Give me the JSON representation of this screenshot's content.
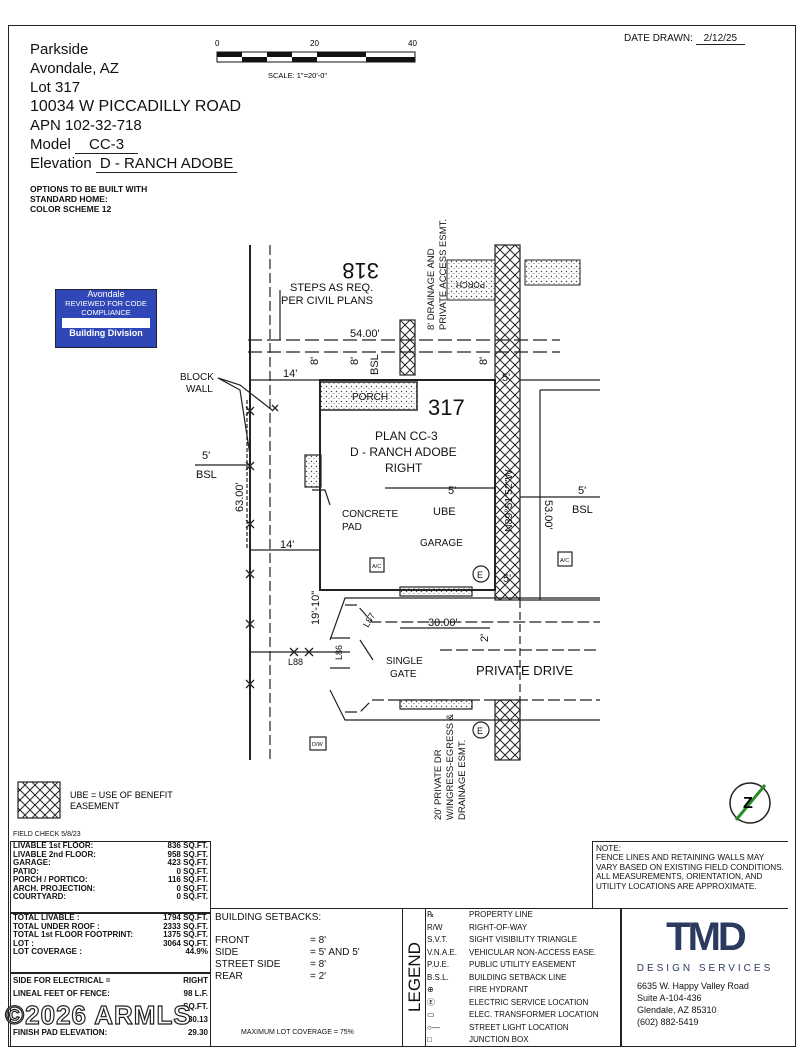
{
  "header": {
    "subdivision": "Parkside",
    "city": "Avondale, AZ",
    "lot_label": "Lot",
    "lot": "317",
    "address": "10034 W PICCADILLY ROAD",
    "apn_label": "APN",
    "apn": "102-32-718",
    "model_label": "Model",
    "model": "CC-3",
    "elevation_label": "Elevation",
    "elevation": "D - RANCH ADOBE",
    "options_line1": "OPTIONS TO BE BUILT WITH",
    "options_line2": "STANDARD HOME:",
    "options_line3": "COLOR SCHEME 12",
    "date_label": "DATE DRAWN:",
    "date": "2/12/25"
  },
  "scale": {
    "t0": "0",
    "t20": "20",
    "t40": "40",
    "label": "SCALE: 1\"=20'-0\""
  },
  "stamp": {
    "line1": "Avondale",
    "line2": "REVIEWED FOR CODE",
    "line3": "COMPLIANCE",
    "line4": "Building Division"
  },
  "plan": {
    "lot_number": "317",
    "adjacent_lot": "318",
    "plan_line1": "PLAN CC-3",
    "plan_line2": "D - RANCH ADOBE",
    "plan_line3": "RIGHT",
    "steps_line1": "STEPS AS REQ.",
    "steps_line2": "PER CIVIL PLANS",
    "drainage_line1": "8' DRAINAGE AND",
    "drainage_line2": "PRIVATE ACCESS ESMT.",
    "block_wall1": "BLOCK",
    "block_wall2": "WALL",
    "porch": "PORCH",
    "porch_adjacent": "PORCH",
    "dim_54": "54.00'",
    "dim_14a": "14'",
    "dim_8a": "8'",
    "dim_8b": "8'",
    "dim_8c": "8'",
    "bsl": "BSL",
    "dim_5a": "5'",
    "dim_63": "63.00'",
    "dim_53": "53.00'",
    "bearing": "N89°51'52\"W",
    "dim_5b": "5'",
    "dim_5c": "5'",
    "dim_5d": "5'",
    "ube": "UBE",
    "garage": "GARAGE",
    "concrete1": "CONCRETE",
    "concrete2": "PAD",
    "dim_14b": "14'",
    "dim_1910": "19'-10\"",
    "dim_30": "30.00'",
    "dim_2": "2'",
    "l87": "L87",
    "l86": "L86",
    "l88": "L88",
    "gate1": "SINGLE",
    "gate2": "GATE",
    "private_drive": "PRIVATE DRIVE",
    "easement1": "20' PRIVATE DR",
    "easement2": "W/INGRESS-EGRESS &",
    "easement3": "DRAINAGE ESMT.",
    "ac": "A/C",
    "dw": "D/W",
    "e": "E",
    "z_letter": "Z"
  },
  "ube_legend": {
    "line1": "UBE = USE OF BENEFIT",
    "line2": "EASEMENT"
  },
  "field_check": "FIELD CHECK 5/8/23",
  "areas": [
    {
      "label": "LIVABLE 1st FLOOR:",
      "value": "836 SQ.FT."
    },
    {
      "label": "LIVABLE 2nd FLOOR:",
      "value": "958 SQ.FT."
    },
    {
      "label": "GARAGE:",
      "value": "423 SQ.FT."
    },
    {
      "label": "PATIO:",
      "value": "0 SQ.FT."
    },
    {
      "label": "PORCH / PORTICO:",
      "value": "116 SQ.FT."
    },
    {
      "label": "ARCH. PROJECTION:",
      "value": "0 SQ.FT."
    },
    {
      "label": "COURTYARD:",
      "value": "0 SQ.FT."
    }
  ],
  "totals": [
    {
      "label": "TOTAL LIVABLE :",
      "value": "1794 SQ.FT."
    },
    {
      "label": "TOTAL UNDER ROOF :",
      "value": "2333 SQ.FT."
    },
    {
      "label": "TOTAL 1st FLOOR FOOTPRINT:",
      "value": "1375 SQ.FT."
    },
    {
      "label": "LOT :",
      "value": "3064 SQ.FT."
    },
    {
      "label": "LOT COVERAGE :",
      "value": "44.9%"
    }
  ],
  "extras": [
    {
      "label": "SIDE FOR ELECTRICAL =",
      "value": "RIGHT"
    },
    {
      "label": "LINEAL FEET OF FENCE:",
      "value": "98 L.F."
    },
    {
      "label": "",
      "value": "SQ.FT."
    },
    {
      "label": "",
      "value": "30.13"
    },
    {
      "label": "FINISH PAD ELEVATION:",
      "value": "29.30"
    }
  ],
  "setbacks": {
    "title": "BUILDING SETBACKS:",
    "rows": [
      {
        "label": "FRONT",
        "value": "= 8'"
      },
      {
        "label": "SIDE",
        "value": "= 5' AND 5'"
      },
      {
        "label": "STREET SIDE",
        "value": "= 8'"
      },
      {
        "label": "REAR",
        "value": "= 2'"
      }
    ],
    "max_coverage": "MAXIMUM LOT COVERAGE = 75%"
  },
  "legend": {
    "title": "LEGEND",
    "rows": [
      {
        "key": "℞",
        "text": "PROPERTY LINE"
      },
      {
        "key": "R/W",
        "text": "RIGHT-OF-WAY"
      },
      {
        "key": "S.V.T.",
        "text": "SIGHT VISIBILITY TRIANGLE"
      },
      {
        "key": "V.N.A.E.",
        "text": "VEHICULAR NON-ACCESS EASE."
      },
      {
        "key": "P.U.E.",
        "text": "PUBLIC UTILITY EASEMENT"
      },
      {
        "key": "B.S.L.",
        "text": "BUILDING SETBACK LINE"
      },
      {
        "key": "⊕",
        "text": "FIRE HYDRANT"
      },
      {
        "key": "Ⓔ",
        "text": "ELECTRIC SERVICE LOCATION"
      },
      {
        "key": "▭",
        "text": "ELEC. TRANSFORMER LOCATION"
      },
      {
        "key": "○—",
        "text": "STREET LIGHT LOCATION"
      },
      {
        "key": "□",
        "text": "JUNCTION BOX"
      }
    ]
  },
  "note": {
    "title": "NOTE:",
    "text": "FENCE LINES AND RETAINING WALLS MAY VARY BASED ON EXISTING FIELD CONDITIONS. ALL MEASUREMENTS, ORIENTATION, AND UTILITY LOCATIONS ARE APPROXIMATE."
  },
  "company": {
    "logo": "TMD",
    "tagline": "DESIGN SERVICES",
    "addr1": "6635 W. Happy Valley Road",
    "addr2": "Suite A-104-436",
    "addr3": "Glendale, AZ 85310",
    "phone": "(602) 882-5419"
  },
  "watermark": "©2026 ARMLS"
}
